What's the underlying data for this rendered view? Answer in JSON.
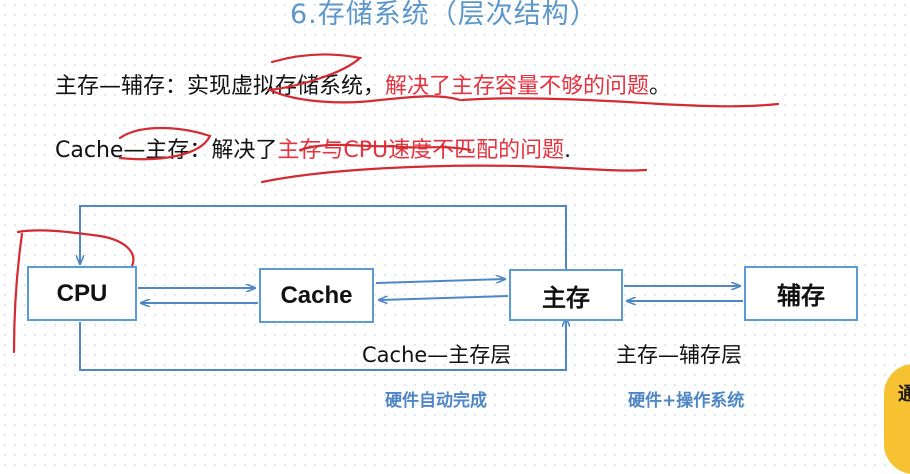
{
  "title": "6.存储系统（层次结构）",
  "line1": {
    "prefix": "主存—辅存：实现虚拟存储系统，",
    "highlight": "解决了主存容量不够的问题",
    "suffix": "。"
  },
  "line2": {
    "prefix": "Cache—主存：解决了",
    "highlight": "主存与CPU速度不匹配的问题",
    "suffix": "."
  },
  "boxes": {
    "cpu": "CPU",
    "cache": "Cache",
    "main": "主存",
    "aux": "辅存"
  },
  "labels": {
    "cache_main_layer": "Cache—主存层",
    "main_aux_layer": "主存—辅存层",
    "hardware_auto": "硬件自动完成",
    "hardware_os": "硬件+操作系统"
  },
  "corner_char": "通",
  "colors": {
    "title": "#5b97c9",
    "highlight": "#e5333f",
    "box_border": "#5b9bd5",
    "arrow": "#4f86c6",
    "annotation": "#d42a32"
  }
}
